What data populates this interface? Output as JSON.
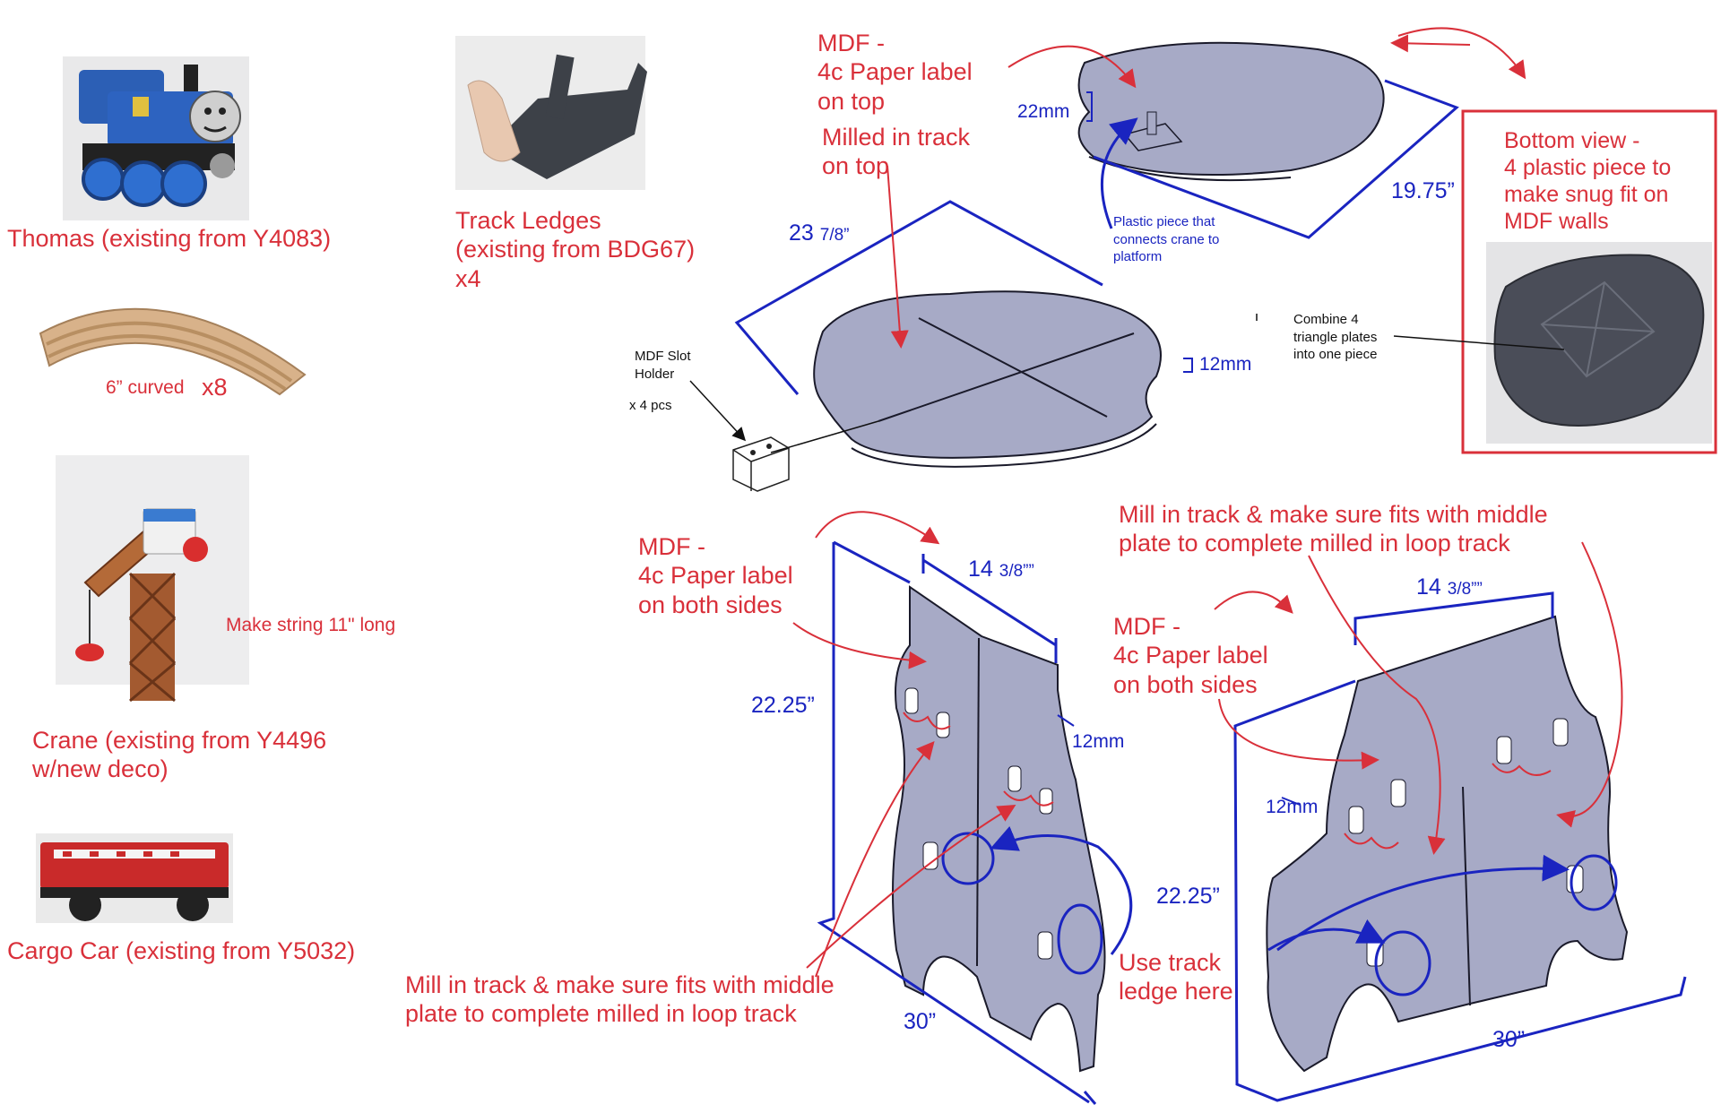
{
  "items": {
    "thomas": "Thomas (existing from Y4083)",
    "curved_track": "6” curved",
    "curved_qty": "x8",
    "crane": "Crane (existing from Y4496\nw/new deco)",
    "crane_note": "Make string 11\" long",
    "cargo": "Cargo Car (existing from Y5032)",
    "ledges": "Track Ledges\n(existing from BDG67)\nx4"
  },
  "top_plate": {
    "mdf_label": "MDF -\n4c Paper label\non top",
    "milled_label": "Milled in track\non top",
    "thickness_top": "22mm",
    "plastic_note": "Plastic piece that\nconnects crane to\nplatform",
    "dim_19": "19.75”",
    "dim_23_main": "23",
    "dim_23_frac": "7/8”",
    "thickness_mid": "12mm"
  },
  "slot_holder": {
    "title": "MDF Slot\nHolder",
    "qty": "x 4 pcs"
  },
  "combine_note": "Combine 4\ntriangle plates\ninto one piece",
  "bottom_view": "Bottom view -\n4 plastic piece to\nmake snug fit on\nMDF walls",
  "left_wall": {
    "mdf_label": "MDF -\n4c Paper label\non both sides",
    "width_main": "14",
    "width_frac": "3/8””",
    "height": "22.25”",
    "thickness": "12mm",
    "mill_note": "Mill in track & make sure fits with middle\nplate to complete milled in loop track",
    "length": "30”",
    "ledge_note": "Use track\nledge here"
  },
  "right_wall": {
    "mill_note": "Mill in track & make sure fits with middle\nplate to complete milled in loop track",
    "mdf_label": "MDF -\n4c Paper label\non both sides",
    "width_main": "14",
    "width_frac": "3/8””",
    "thickness": "12mm",
    "height": "22.25”",
    "length": "30”"
  },
  "colors": {
    "annotation_red": "#d9303a",
    "dimension_blue": "#1a24c0",
    "mdf_gray": "#a7aac6",
    "dark_plastic": "#4a4d58"
  }
}
